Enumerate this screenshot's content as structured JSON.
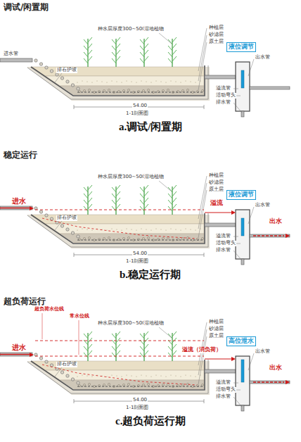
{
  "diagram": {
    "labels": [
      "调试/闲置期",
      "进水管",
      "种水层厚度300~500",
      "湿地植物",
      "种植层",
      "砂滤层",
      "原土层",
      "液位调节",
      "出水管",
      "溢流管",
      "活动弯头",
      "排石护坡",
      "排水管",
      "1-1剖面图",
      "54.00",
      "a.调试/闲置期",
      "稳定运行",
      "进水",
      "种水层厚度300~500",
      "湿地植物",
      "种植层",
      "砂滤层",
      "原土层",
      "溢流",
      "液位调节",
      "出水",
      "出水管",
      "溢流管",
      "活动弯头",
      "排石护坡",
      "排水管",
      "1-1剖面图",
      "54.00",
      "b.稳定运行期",
      "超负荷运行",
      "超负荷水位线",
      "常水位线",
      "进水",
      "种水层厚度300~500",
      "湿地植物",
      "种植层",
      "砂滤层",
      "原土层",
      "溢流（消负荷）",
      "高位泄水",
      "出水",
      "出水管",
      "溢流管",
      "活动弯头",
      "排石护坡",
      "排水管",
      "1-1剖面图",
      "54.00",
      "c.超负荷运行期"
    ]
  }
}
